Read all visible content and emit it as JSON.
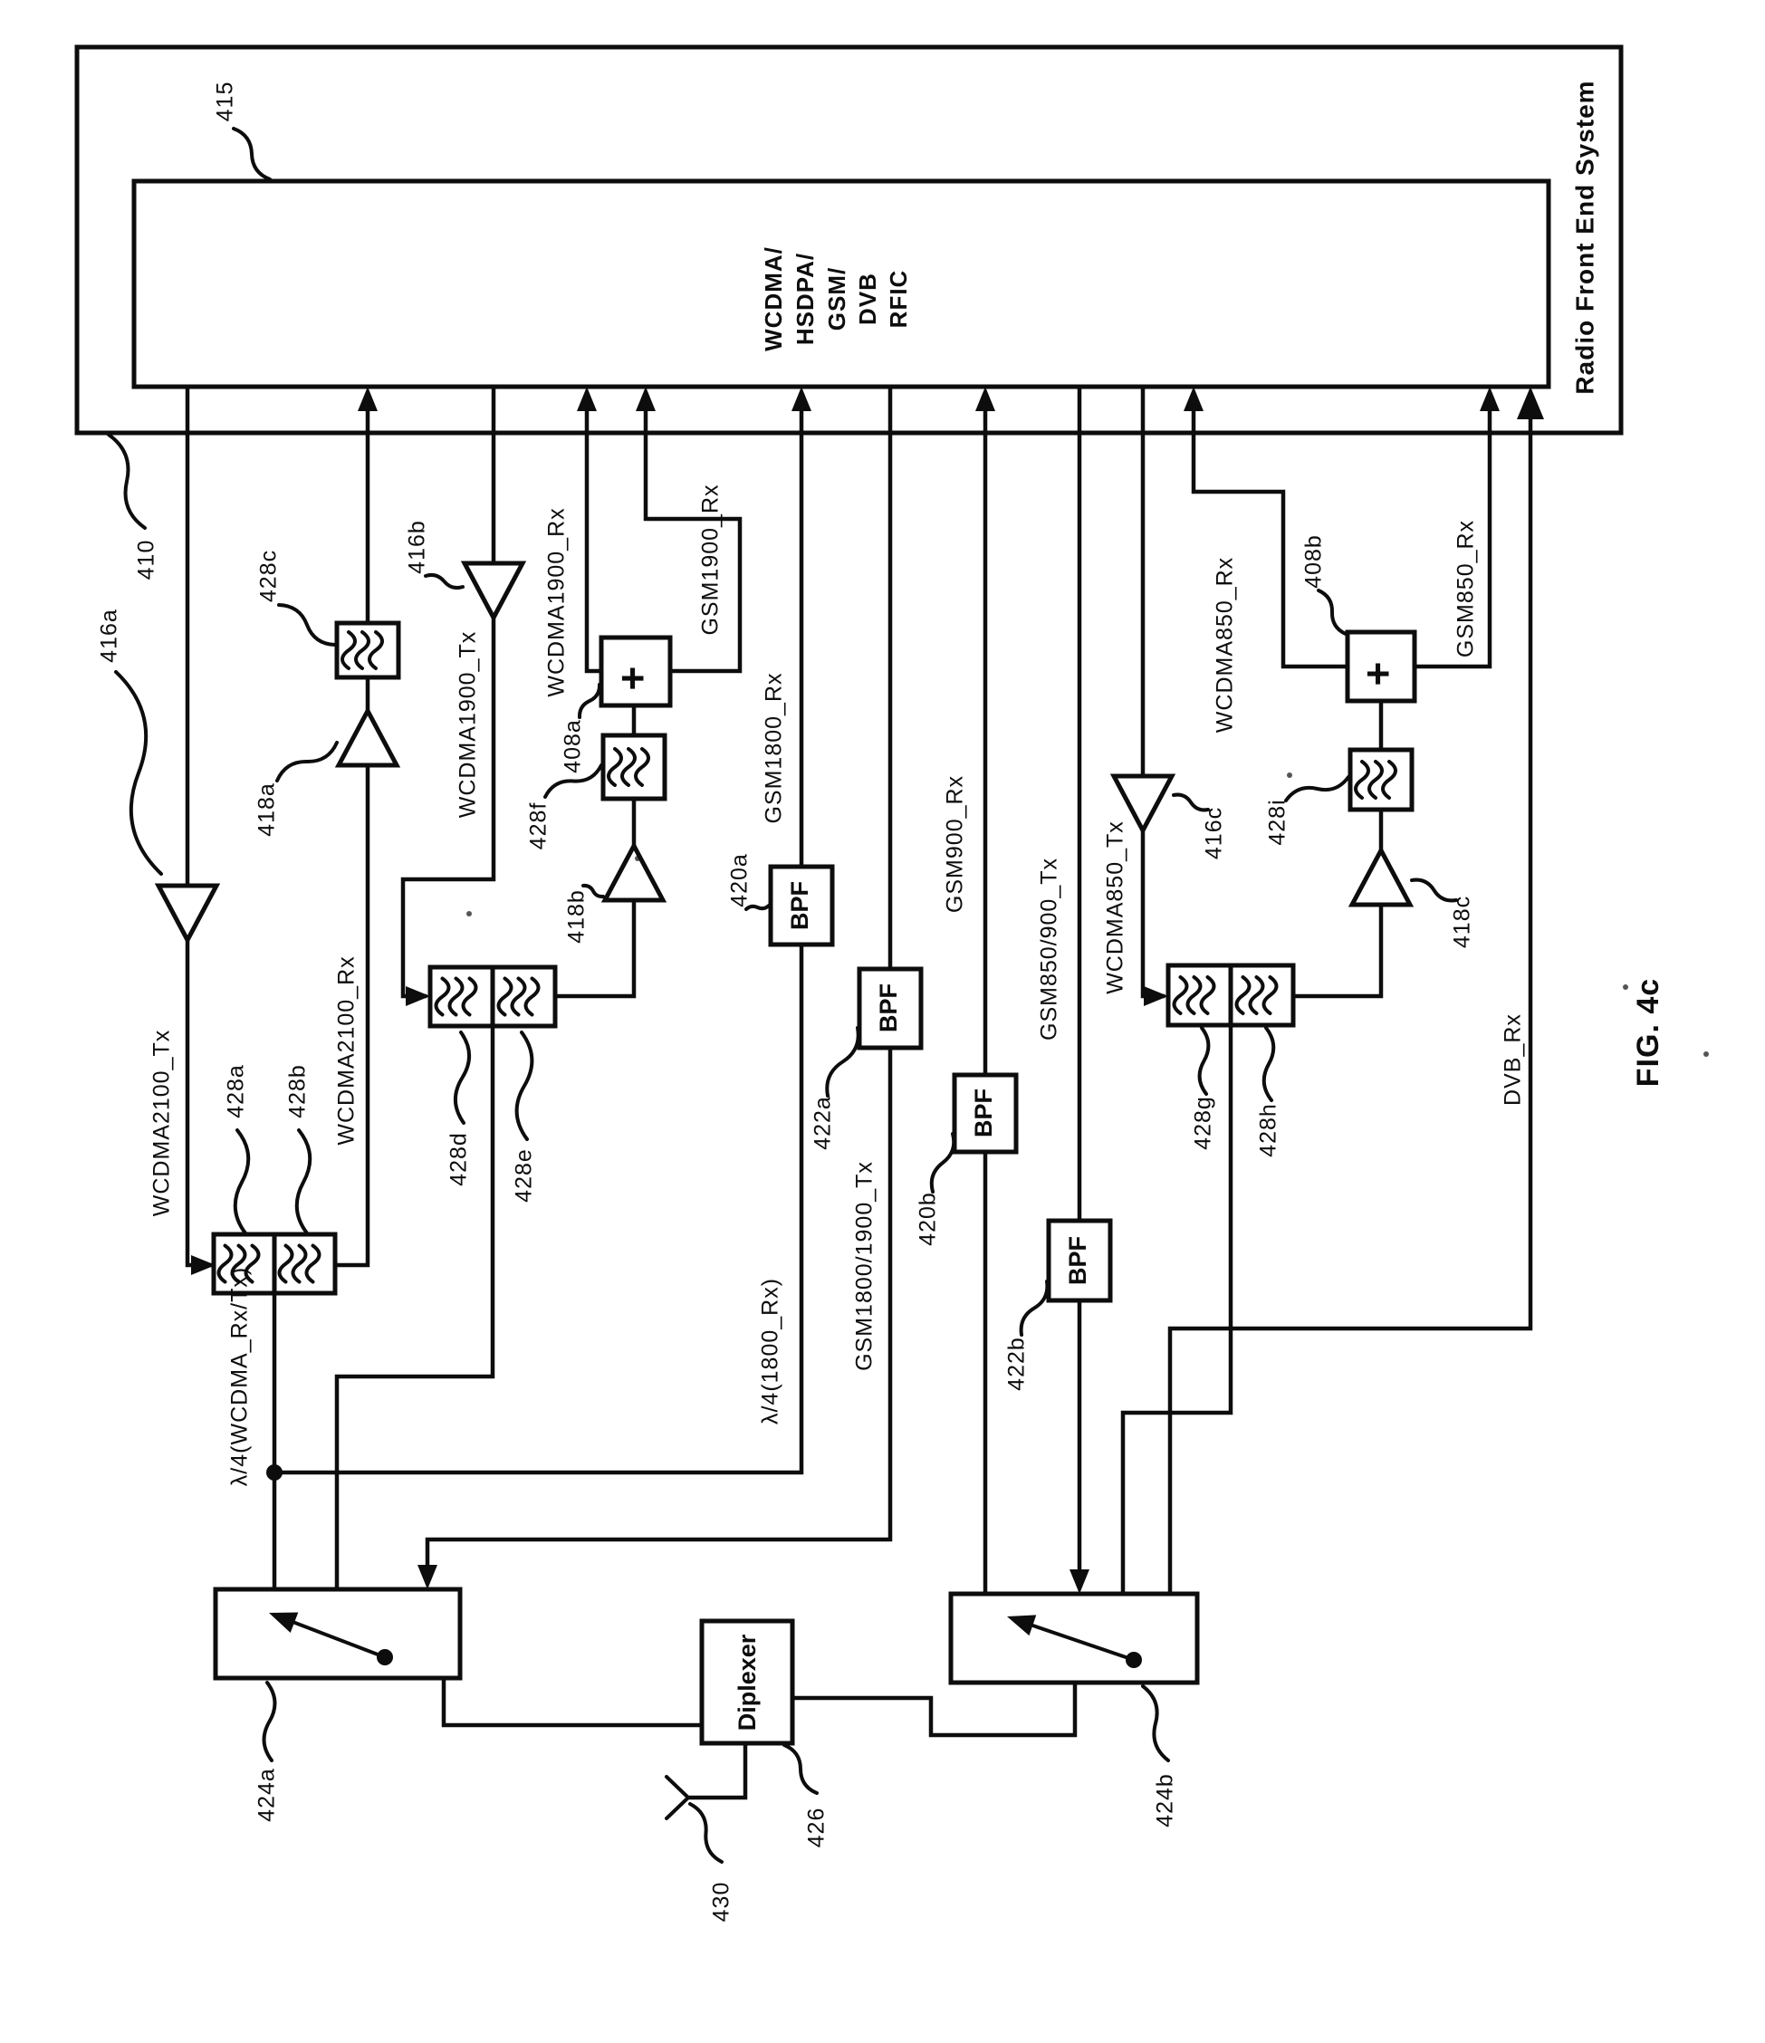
{
  "figure": {
    "caption": "FIG. 4c",
    "system_label": "Radio Front End System",
    "rfic_lines": [
      "WCDMA/",
      "HSDPA/",
      "GSM/",
      "DVB",
      "RFIC"
    ],
    "diplexer_label": "Diplexer",
    "bpf_label": "BPF",
    "combiner_symbol": "+"
  },
  "refs": {
    "r408a": "408a",
    "r408b": "408b",
    "r410": "410",
    "r415": "415",
    "r416a": "416a",
    "r416b": "416b",
    "r416c": "416c",
    "r418a": "418a",
    "r418b": "418b",
    "r418c": "418c",
    "r420a": "420a",
    "r420b": "420b",
    "r422a": "422a",
    "r422b": "422b",
    "r424a": "424a",
    "r424b": "424b",
    "r426": "426",
    "r428a": "428a",
    "r428b": "428b",
    "r428c": "428c",
    "r428d": "428d",
    "r428e": "428e",
    "r428f": "428f",
    "r428g": "428g",
    "r428h": "428h",
    "r428i": "428i",
    "r430": "430"
  },
  "signals": {
    "wcdma2100_tx": "WCDMA2100_Tx",
    "wcdma2100_rx": "WCDMA2100_Rx",
    "wcdma1900_tx": "WCDMA1900_Tx",
    "wcdma1900_rx": "WCDMA1900_Rx",
    "gsm1900_rx": "GSM1900_Rx",
    "gsm1800_rx": "GSM1800_Rx",
    "gsm900_rx": "GSM900_Rx",
    "gsm1800_1900_tx": "GSM1800/1900_Tx",
    "gsm850_900_tx": "GSM850/900_Tx",
    "wcdma850_tx": "WCDMA850_Tx",
    "wcdma850_rx": "WCDMA850_Rx",
    "gsm850_rx": "GSM850_Rx",
    "dvb_rx": "DVB_Rx",
    "quarter_wave_wcdma": "λ/4(WCDMA_Rx/Tx)",
    "quarter_wave_1800": "λ/4(1800_Rx)"
  }
}
